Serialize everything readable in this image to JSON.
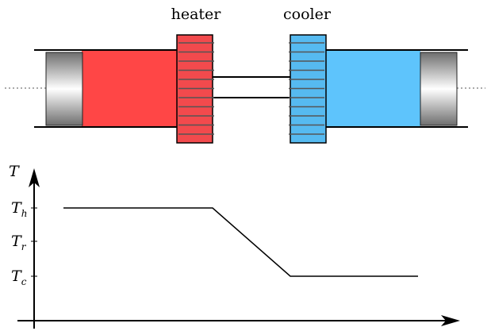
{
  "labels": {
    "heater": "heater",
    "cooler": "cooler"
  },
  "graph": {
    "y_axis_symbol": "T",
    "ticks": [
      {
        "base": "T",
        "sub": "h"
      },
      {
        "base": "T",
        "sub": "r"
      },
      {
        "base": "T",
        "sub": "c"
      }
    ]
  },
  "colors": {
    "hot": "#ff4646",
    "heater_fill": "#f24a4d",
    "cold": "#5ec4fc",
    "cooler_fill": "#56baf0",
    "piston": "#7a7a7a",
    "outline": "#000000"
  }
}
